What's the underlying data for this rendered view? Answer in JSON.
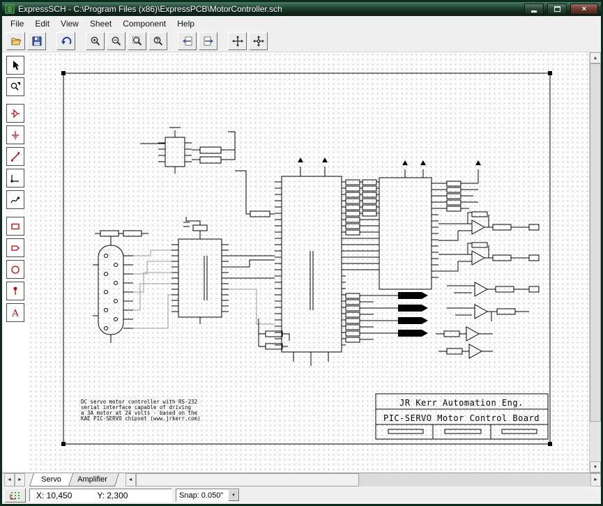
{
  "window": {
    "title": "ExpressSCH - C:\\Program Files (x86)\\ExpressPCB\\MotorController.sch"
  },
  "menu": {
    "items": [
      "File",
      "Edit",
      "View",
      "Sheet",
      "Component",
      "Help"
    ]
  },
  "toolbar": {
    "icons": [
      "open",
      "save",
      "undo",
      "zoom-in",
      "zoom-out",
      "zoom-window",
      "zoom-previous",
      "sheet-previous",
      "sheet-next",
      "pan",
      "scroll-center"
    ]
  },
  "palette": {
    "tools": [
      "select",
      "zoom",
      "place-component",
      "place-port",
      "place-wire",
      "place-corner",
      "place-curve",
      "place-rectangle",
      "place-polygon",
      "place-circle",
      "place-junction",
      "place-text"
    ]
  },
  "tabs": {
    "sheets": [
      "Servo",
      "Amplifier"
    ]
  },
  "status": {
    "x": "X: 10,450",
    "y": "Y: 2,300",
    "snap": "Snap: 0.050\""
  },
  "schematic": {
    "note_lines": [
      "DC servo motor controller with RS-232",
      "serial interface capable of driving",
      "a 3A motor at 24 volts - based on the",
      "KAE PIC-SERVO chipset (www.jrkerr.com)"
    ],
    "title_block": {
      "line1": "JR Kerr Automation Eng.",
      "line2": "PIC-SERVO Motor Control Board"
    }
  },
  "icons": {
    "left": "◄",
    "right": "►",
    "up": "▲",
    "down": "▼",
    "drop": "▼",
    "close": "×",
    "text_tool": "A"
  },
  "colors": {
    "tool_accent": "#c00000",
    "titlebar_dark_green": "#143627"
  }
}
